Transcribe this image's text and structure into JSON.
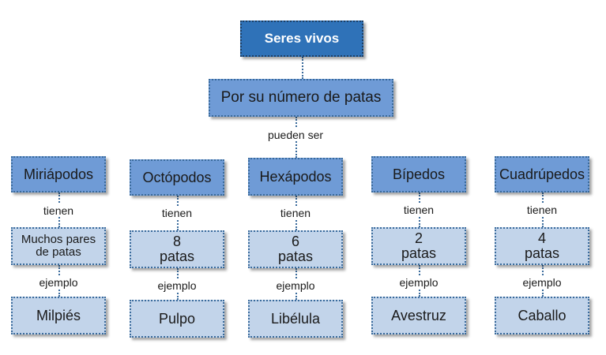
{
  "root": "Seres vivos",
  "middle": "Por su número de patas",
  "connector": "pueden ser",
  "columns": [
    {
      "category": "Miriápodos",
      "has_label": "tienen",
      "description": "Muchos pares\nde patas",
      "example_label": "ejemplo",
      "example": "Milpiés"
    },
    {
      "category": "Octópodos",
      "has_label": "tienen",
      "description": "8\npatas",
      "example_label": "ejemplo",
      "example": "Pulpo"
    },
    {
      "category": "Hexápodos",
      "has_label": "tienen",
      "description": "6\npatas",
      "example_label": "ejemplo",
      "example": "Libélula"
    },
    {
      "category": "Bípedos",
      "has_label": "tienen",
      "description": "2\npatas",
      "example_label": "ejemplo",
      "example": "Avestruz"
    },
    {
      "category": "Cuadrúpedos",
      "has_label": "tienen",
      "description": "4\npatas",
      "example_label": "ejemplo",
      "example": "Caballo"
    }
  ],
  "colors": {
    "root": "#2f72b8",
    "category": "#6f9bd6",
    "leaf": "#c2d4ea",
    "border": "#3a6b9c"
  }
}
